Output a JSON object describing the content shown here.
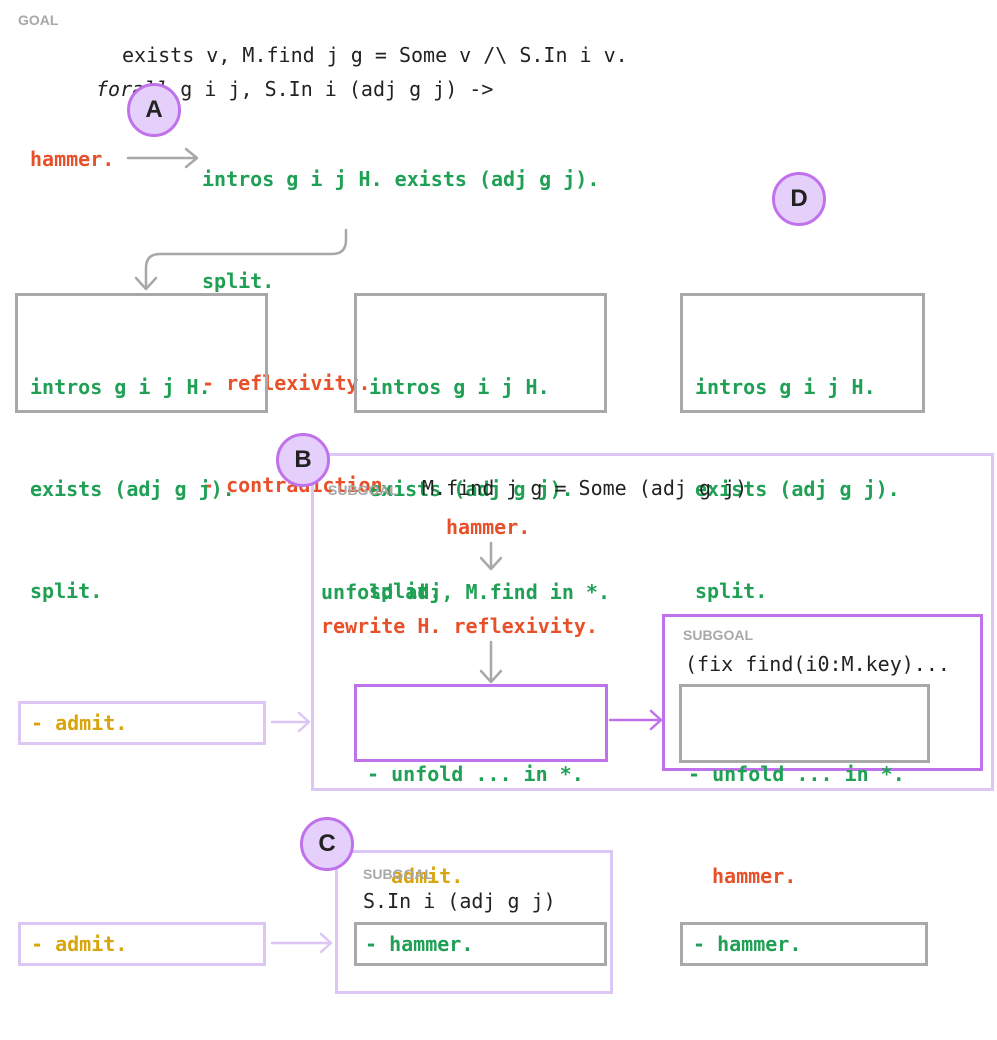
{
  "goal": {
    "label": "GOAL",
    "line1_prefix": "forall",
    "line1_rest": " g i j, S.In i (adj g j) ->",
    "line2": "exists v, M.find j g = Some v /\\ S.In i v."
  },
  "markers": {
    "a": "A",
    "b": "B",
    "c": "C",
    "d": "D"
  },
  "section_a": {
    "hammer": "hammer.",
    "lines": [
      {
        "text": "intros g i j H. exists (adj g j).",
        "color": "green"
      },
      {
        "text": "split.",
        "color": "green"
      },
      {
        "text": "- reflexivity.",
        "color": "red"
      },
      {
        "text": "- contradiction.",
        "color": "red"
      }
    ]
  },
  "tactic_boxes": {
    "lines": [
      "intros g i j H.",
      "exists (adj g j).",
      "split."
    ]
  },
  "section_b": {
    "subgoal_label": "SUBGOAL",
    "subgoal_text": "M.find j g = Some (adj g j)",
    "hammer": "hammer.",
    "unfold_line": "unfold adj, M.find in *.",
    "rewrite_line": "rewrite H. reflexivity.",
    "left_admit": "- admit.",
    "inner_box": {
      "line1": "- unfold ... in *.",
      "line2": "admit."
    },
    "right_subgoal_label": "SUBGOAL",
    "right_subgoal_text": "(fix find(i0:M.key)...",
    "right_inner_box": {
      "line1": "- unfold ... in *.",
      "line2": "hammer."
    }
  },
  "section_c": {
    "left_admit": "- admit.",
    "subgoal_label": "SUBGOAL",
    "subgoal_text": "S.In i (adj g j)",
    "inner_hammer": "- hammer.",
    "right_hammer": "- hammer."
  },
  "colors": {
    "green": "#1fa055",
    "red": "#e8502a",
    "yellow": "#d9a50b",
    "gray_border": "#a8a8a8",
    "light_purple_border": "#dcc6f3",
    "purple_border": "#c071ec",
    "circle_fill": "#e5d0fb"
  }
}
